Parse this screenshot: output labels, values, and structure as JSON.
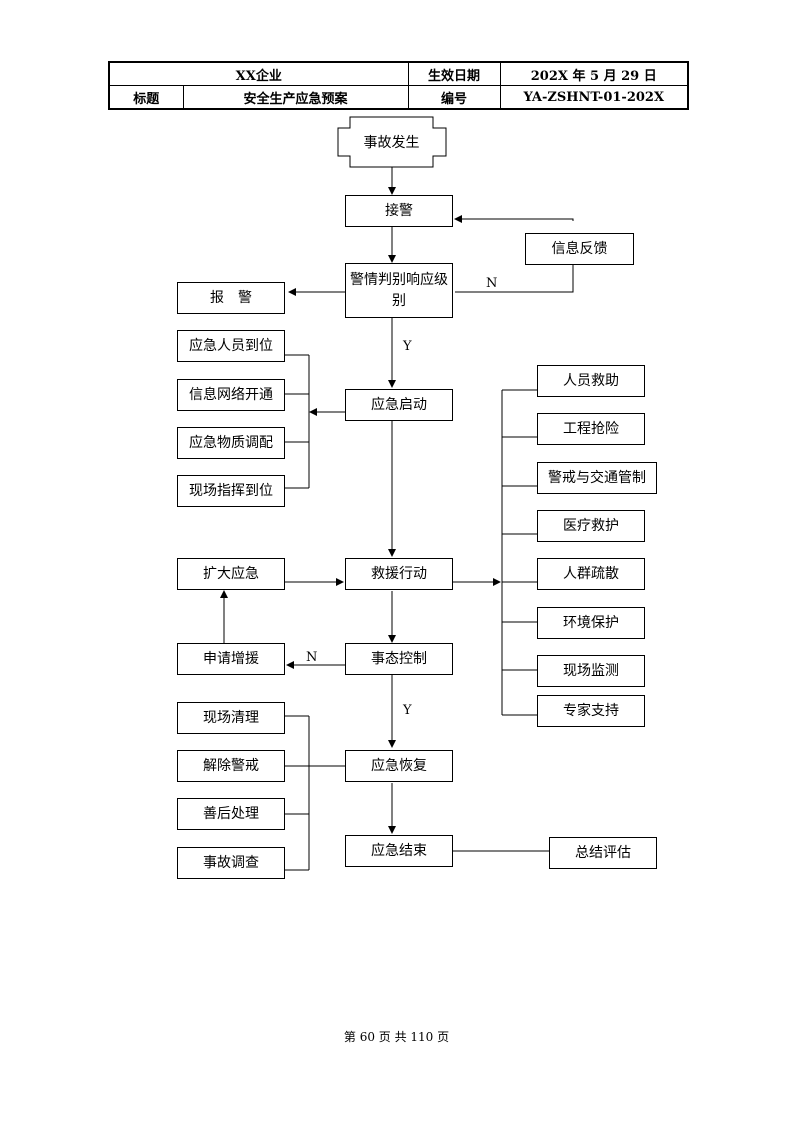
{
  "header": {
    "company": "XX企业",
    "effective_label": "生效日期",
    "effective_date": "202X 年 5 月 29 日",
    "title_label": "标题",
    "title": "安全生产应急预案",
    "code_label": "编号",
    "code": "YA-ZSHNT-01-202X"
  },
  "flow": {
    "start": "事故发生",
    "receive": "接警",
    "feedback": "信息反馈",
    "judge": "警情判别响应级别",
    "report": "报　警",
    "prep": [
      "应急人员到位",
      "信息网络开通",
      "应急物质调配",
      "现场指挥到位"
    ],
    "launch": "应急启动",
    "rescue_tasks": [
      "人员救助",
      "工程抢险",
      "警戒与交通管制",
      "医疗救护",
      "人群疏散",
      "环境保护",
      "现场监测",
      "专家支持"
    ],
    "expand": "扩大应急",
    "rescue": "救援行动",
    "request": "申请增援",
    "control": "事态控制",
    "recovery_tasks": [
      "现场清理",
      "解除警戒",
      "善后处理",
      "事故调查"
    ],
    "recover": "应急恢复",
    "end": "应急结束",
    "summary": "总结评估",
    "label_n": "N",
    "label_y": "Y"
  },
  "footer": {
    "page": "第 60 页 共 110 页"
  }
}
